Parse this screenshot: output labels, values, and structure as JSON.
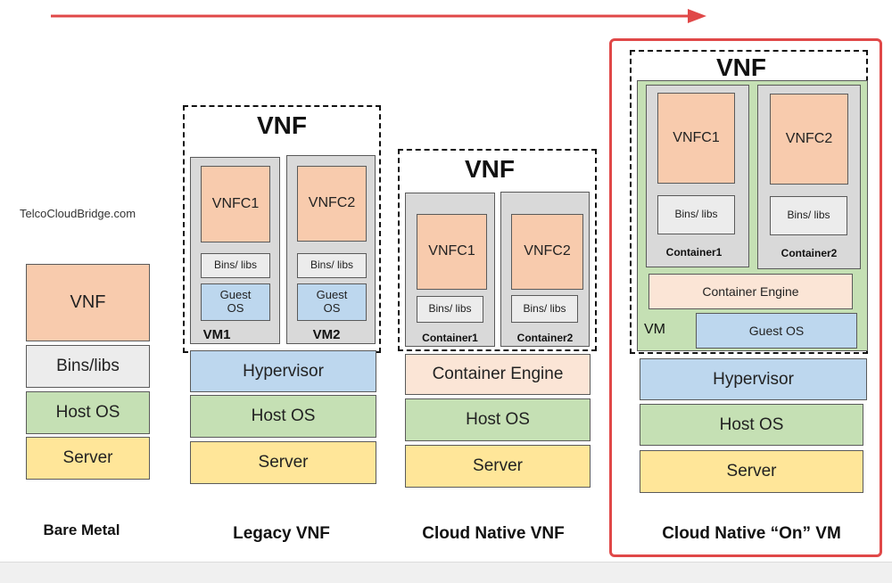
{
  "watermark": "TelcoCloudBridge.com",
  "columns": {
    "bare_metal": {
      "caption": "Bare Metal",
      "vnf": "VNF",
      "bins": "Bins/libs",
      "host_os": "Host OS",
      "server": "Server"
    },
    "legacy": {
      "caption": "Legacy VNF",
      "vnf_title": "VNF",
      "vm1": {
        "vnfc": "VNFC1",
        "bins": "Bins/ libs",
        "guest_os": "Guest OS",
        "label": "VM1"
      },
      "vm2": {
        "vnfc": "VNFC2",
        "bins": "Bins/ libs",
        "guest_os": "Guest OS",
        "label": "VM2"
      },
      "hypervisor": "Hypervisor",
      "host_os": "Host OS",
      "server": "Server"
    },
    "cloud_native": {
      "caption": "Cloud Native VNF",
      "vnf_title": "VNF",
      "c1": {
        "vnfc": "VNFC1",
        "bins": "Bins/ libs",
        "label": "Container1"
      },
      "c2": {
        "vnfc": "VNFC2",
        "bins": "Bins/ libs",
        "label": "Container2"
      },
      "container_engine": "Container Engine",
      "host_os": "Host OS",
      "server": "Server"
    },
    "on_vm": {
      "caption": "Cloud Native “On” VM",
      "vnf_title": "VNF",
      "c1": {
        "vnfc": "VNFC1",
        "bins": "Bins/ libs",
        "label": "Container1"
      },
      "c2": {
        "vnfc": "VNFC2",
        "bins": "Bins/ libs",
        "label": "Container2"
      },
      "container_engine": "Container Engine",
      "vm_label": "VM",
      "guest_os": "Guest OS",
      "hypervisor": "Hypervisor",
      "host_os": "Host OS",
      "server": "Server"
    }
  },
  "colors": {
    "arrow": "#e04848",
    "highlight": "#e04848"
  }
}
